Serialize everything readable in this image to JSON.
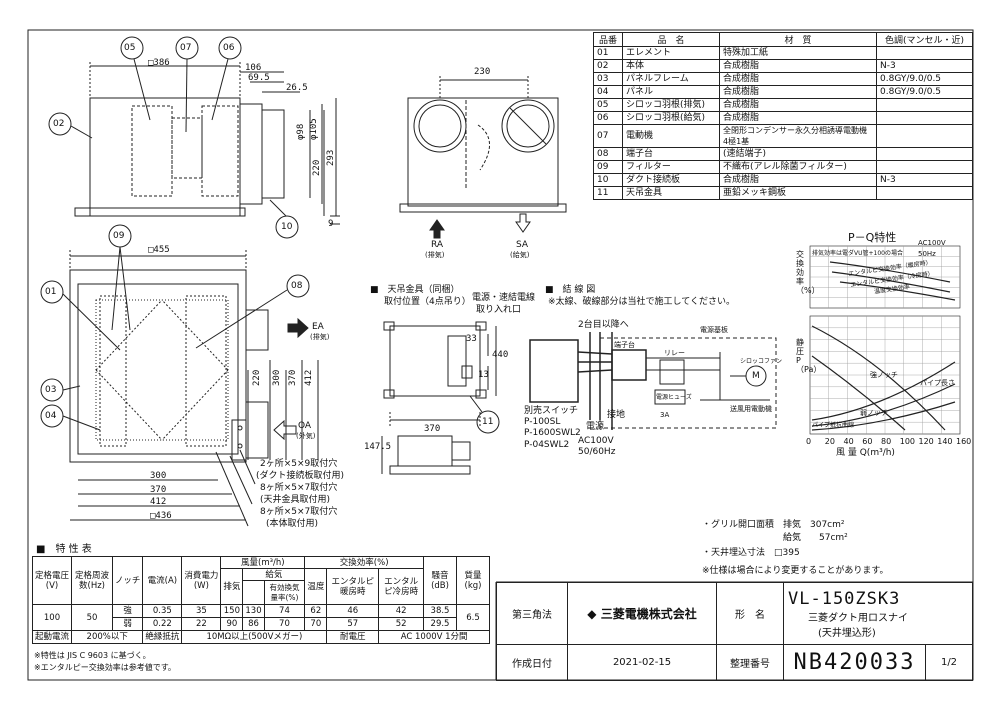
{
  "parts_table": {
    "headers": [
      "品番",
      "品　名",
      "材　質",
      "色調(マンセル・近)"
    ],
    "rows": [
      [
        "01",
        "エレメント",
        "特殊加工紙",
        ""
      ],
      [
        "02",
        "本体",
        "合成樹脂",
        "N-3"
      ],
      [
        "03",
        "パネルフレーム",
        "合成樹脂",
        "0.8GY/9.0/0.5"
      ],
      [
        "04",
        "パネル",
        "合成樹脂",
        "0.8GY/9.0/0.5"
      ],
      [
        "05",
        "シロッコ羽根(排気)",
        "合成樹脂",
        ""
      ],
      [
        "06",
        "シロッコ羽根(給気)",
        "合成樹脂",
        ""
      ],
      [
        "07",
        "電動機",
        "全閉形コンデンサー永久分相誘導電動機 4極1基",
        ""
      ],
      [
        "08",
        "端子台",
        "(速結端子)",
        ""
      ],
      [
        "09",
        "フィルター",
        "不織布(アレル除菌フィルター)",
        ""
      ],
      [
        "10",
        "ダクト接続板",
        "合成樹脂",
        "N-3"
      ],
      [
        "11",
        "天吊金具",
        "亜鉛メッキ鋼板",
        ""
      ]
    ]
  },
  "side_view": {
    "dims": [
      "□386",
      "106",
      "69.5",
      "26.5",
      "φ98",
      "φ105",
      "220",
      "293",
      "9"
    ],
    "callouts": [
      "05",
      "07",
      "06",
      "02",
      "10"
    ]
  },
  "front_view": {
    "width": "230",
    "ra": "RA",
    "ra_sub": "(排気)",
    "sa": "SA",
    "sa_sub": "(給気)"
  },
  "top_view": {
    "dims": [
      "□455",
      "300",
      "370",
      "412",
      "220",
      "300",
      "370",
      "412",
      "□436"
    ],
    "callouts": [
      "09",
      "01",
      "08",
      "03",
      "04"
    ],
    "ea": "EA",
    "ea_sub": "(排気)",
    "oa": "OA",
    "oa_sub": "(外気)",
    "notes": [
      "2ヶ所×5×9取付穴",
      "(ダクト接続板取付用)",
      "8ヶ所×5×7取付穴",
      "(天井金具取付用)",
      "8ヶ所×5×7取付穴",
      "(本体取付用)"
    ]
  },
  "hanger": {
    "title": "■　天吊金具（同梱）",
    "subtitle": "取付位置（4点吊り）",
    "service": [
      "電源・速結電線",
      "取り入れ口"
    ],
    "dims": [
      "33",
      "440",
      "13",
      "370",
      "147.5"
    ],
    "callout": "11"
  },
  "wiring": {
    "title": "■　結 線 図",
    "note": "※太線、破線部分は当社で施工してください。",
    "labels": [
      "2台目以降へ",
      "電源基板",
      "端子台",
      "リレー",
      "シロッコファン",
      "送風用電動機",
      "別売スイッチ",
      "P-100SL",
      "P-1600SWL2",
      "P-04SWL2",
      "電源",
      "AC100V",
      "50/60Hz",
      "接地",
      "電源ヒューズ",
      "3A",
      "M"
    ]
  },
  "pq_chart": {
    "title": "P－Q特性",
    "note": "AC100V 50Hz",
    "legend_top": "排気効率は電ダVU管+100の場合",
    "curve_labels": [
      "エンタルピ交換効率（暖房時）",
      "エンタルピ交換効率（冷房時）",
      "温度交換効率",
      "静圧",
      "強ノッチ",
      "弱ノッチ",
      "パイプ長さ",
      "パイプ抵抗曲線"
    ],
    "xlabel": "風 量 Q(m³/h)",
    "ylabel_top": "交換効率（%）",
    "ylabel_bottom": "静圧 P（Pa）",
    "xticks": [
      "0",
      "20",
      "40",
      "60",
      "80",
      "100",
      "120",
      "140",
      "160"
    ]
  },
  "grille": {
    "lines": [
      "・グリル開口面積　排気　307cm²",
      "　　　　　　　　　給気　　57cm²",
      "・天井埋込寸法　□395",
      "※仕様は場合により変更することがあります。"
    ]
  },
  "spec_table": {
    "title": "■　特 性 表",
    "head": [
      "定格電圧(V)",
      "定格周波数(Hz)",
      "ノッチ",
      "電流(A)",
      "消費電力(W)",
      "風量(m³/h)",
      "",
      "",
      "交換効率(%)",
      "",
      "",
      "騒音(dB)",
      "質量(kg)"
    ],
    "sub_head": [
      "排気",
      "給気",
      "有効換気量率(%)",
      "温度",
      "エンタルピ暖房時",
      "エンタルピ冷房時"
    ],
    "voltage": "100",
    "freq": "50",
    "rows": [
      {
        "notch": "強",
        "current": "0.35",
        "power": "35",
        "ex": "150",
        "sup": "130",
        "eff": "74",
        "temp": "62",
        "ent_h": "46",
        "ent_c": "42",
        "noise": "38.5"
      },
      {
        "notch": "弱",
        "current": "0.22",
        "power": "22",
        "ex": "90",
        "sup": "86",
        "eff": "70",
        "temp": "70",
        "ent_h": "57",
        "ent_c": "52",
        "noise": "29.5"
      }
    ],
    "mass": "6.5",
    "start_current_label": "起動電流",
    "start_current": "200%以下",
    "insulation_label": "絶縁抵抗",
    "insulation": "10MΩ以上(500Vメガー)",
    "withstand_label": "耐電圧",
    "withstand": "AC 1000V 1分間",
    "footnotes": [
      "※特性は JIS C 9603 に基づく。",
      "※エンタルピー交換効率は参考値です。"
    ]
  },
  "title_block": {
    "projection": "第三角法",
    "company": "三菱電機株式会社",
    "name_label": "形　名",
    "model": "VL-150ZSK3",
    "product": "三菱ダクト用ロスナイ",
    "product_sub": "(天井埋込形)",
    "date_label": "作成日付",
    "date": "2021-02-15",
    "number_label": "整理番号",
    "number": "NB420033",
    "page": "1/2"
  }
}
